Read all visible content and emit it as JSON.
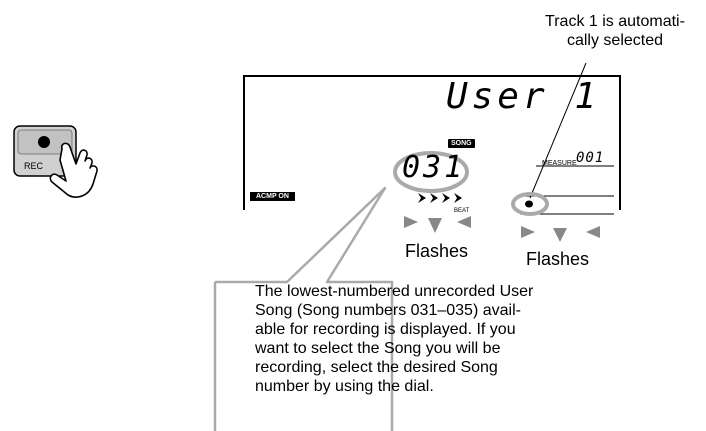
{
  "note_top": {
    "lines": [
      "Track 1 is automati-",
      "cally selected"
    ]
  },
  "display": {
    "main_text": "User 1",
    "song_badge": "SONG",
    "song_number": "031",
    "acmp_badge": "ACMP ON",
    "measure_label": "MEASURE",
    "measure_value": "001",
    "beat_label": "BEAT",
    "track_indicator": "1"
  },
  "flashes": {
    "left": "Flashes",
    "right": "Flashes"
  },
  "rec_button": {
    "label": "REC"
  },
  "callout": {
    "lines": [
      "The lowest-numbered unrecorded User",
      "Song (Song numbers 031–035) avail-",
      "able for recording is displayed. If you",
      "want to select the Song you will be",
      "recording, select the desired Song",
      "number by using the dial."
    ]
  },
  "colors": {
    "highlight_ring": "#aaaaaa",
    "button_face": "#d0d0d0",
    "lcd_text": "#000000"
  }
}
